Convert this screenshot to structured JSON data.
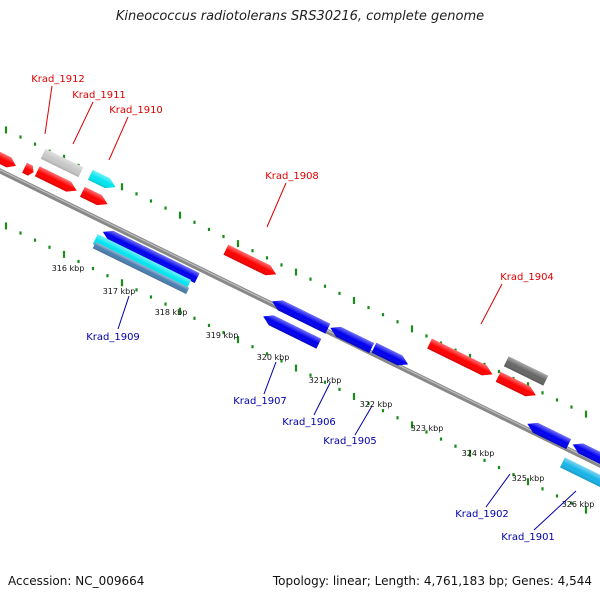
{
  "title": "Kineococcus radiotolerans SRS30216, complete genome",
  "footer": {
    "accession": "Accession: NC_009664",
    "stats": "Topology: linear; Length: 4,761,183 bp; Genes: 4,544"
  },
  "colors": {
    "forward_label": "#dd0000",
    "reverse_label": "#0000aa",
    "tick": "#1a8c1a",
    "backbone": "#888888",
    "red": "#ff0000",
    "blue": "#0000ee",
    "cyan": "#00e5f0",
    "light_gray": "#c8c8c8",
    "dark_gray": "#666666",
    "steel_blue": "#4a7fb0",
    "sky_blue": "#18b4e8"
  },
  "scale_labels": [
    "316 kbp",
    "317 kbp",
    "318 kbp",
    "319 kbp",
    "320 kbp",
    "321 kbp",
    "322 kbp",
    "323 kbp",
    "324 kbp",
    "325 kbp",
    "326 kbp"
  ],
  "gene_labels": {
    "forward": [
      "Krad_1912",
      "Krad_1911",
      "Krad_1910",
      "Krad_1908",
      "Krad_1904"
    ],
    "reverse": [
      "Krad_1909",
      "Krad_1907",
      "Krad_1906",
      "Krad_1905",
      "Krad_1902",
      "Krad_1901"
    ]
  }
}
